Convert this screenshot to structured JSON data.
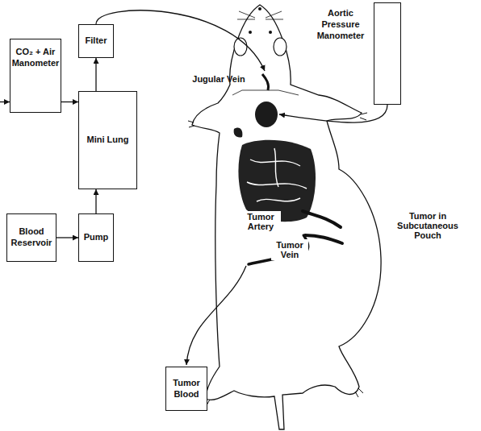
{
  "diagram": {
    "nodes": [
      {
        "text": [
          "CO₂ + Air Manometer"
        ]
      },
      {
        "text": [
          "Filter"
        ]
      },
      {
        "text": [
          "Aortic Pressure Manometer"
        ]
      },
      {
        "text": [
          "Mini Lung"
        ]
      },
      {
        "text": [
          "Blood Reservoir"
        ]
      },
      {
        "text": [
          "Pump"
        ]
      },
      {
        "text": [
          "Tumor Blood"
        ]
      }
    ],
    "edges": [
      {
        "from": 4,
        "to": 5,
        "arrow": "to"
      },
      {
        "from": 5,
        "to": 3,
        "arrow": "to"
      },
      {
        "from": 3,
        "to": 1,
        "arrow": "to"
      },
      {
        "from": 0,
        "to": 3,
        "arrow": "to"
      }
    ],
    "labels": [
      "Jugular Vein",
      "Tumor Artery",
      "Tumor Vein",
      "Tumor in Subcutaneous Pouch"
    ]
  }
}
